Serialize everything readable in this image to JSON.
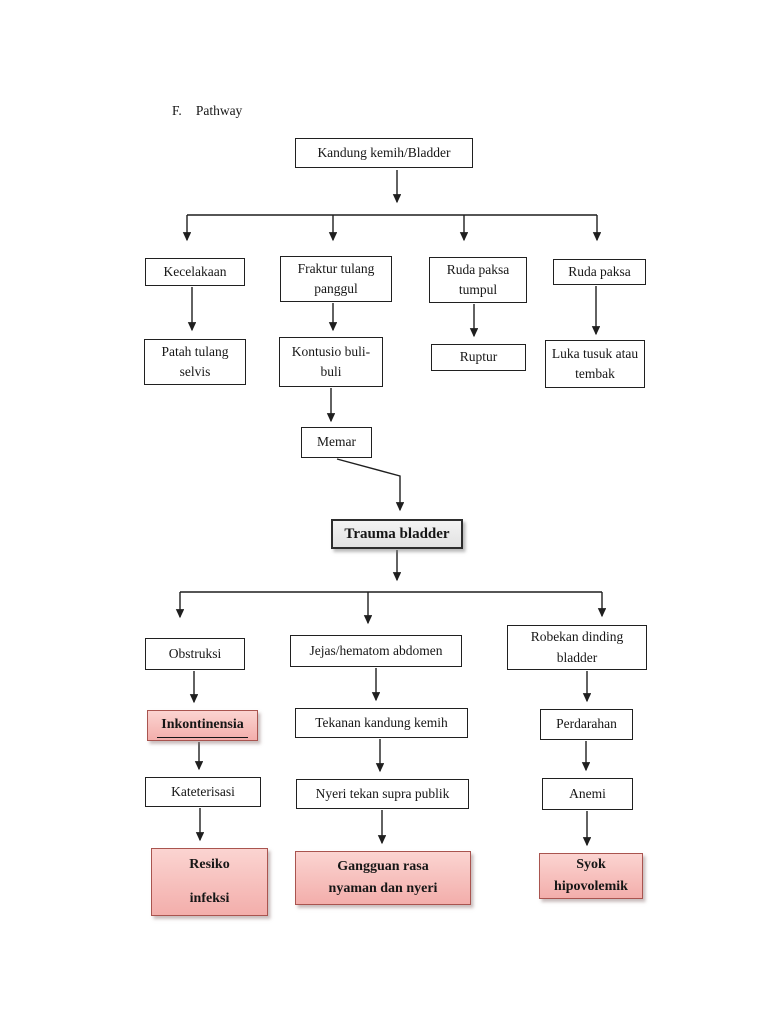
{
  "heading": {
    "prefix": "F.",
    "title": "Pathway"
  },
  "nodes": {
    "kandung": {
      "label": "Kandung kemih/Bladder"
    },
    "kecelakaan": {
      "label": "Kecelakaan"
    },
    "fraktur": {
      "label": "Fraktur tulang panggul"
    },
    "ruda_tumpul": {
      "label": "Ruda paksa tumpul"
    },
    "ruda_paksa": {
      "label": "Ruda paksa"
    },
    "patah": {
      "label": "Patah tulang selvis"
    },
    "kontusio": {
      "label": "Kontusio buli-buli"
    },
    "ruptur": {
      "label": "Ruptur"
    },
    "luka": {
      "label": "Luka tusuk atau tembak"
    },
    "memar": {
      "label": "Memar"
    },
    "trauma": {
      "label": "Trauma bladder"
    },
    "obstruksi": {
      "label": "Obstruksi"
    },
    "jejas": {
      "label": "Jejas/hematom abdomen"
    },
    "robekan": {
      "label": "Robekan dinding bladder"
    },
    "inkontinensia": {
      "label": "Inkontinensia"
    },
    "tekanan": {
      "label": "Tekanan kandung kemih"
    },
    "perdarahan": {
      "label": "Perdarahan"
    },
    "kateterisasi": {
      "label": "Kateterisasi"
    },
    "nyeri": {
      "label": "Nyeri tekan supra publik"
    },
    "anemi": {
      "label": "Anemi"
    },
    "resiko": {
      "line1": "Resiko",
      "line2": "infeksi"
    },
    "gangguan": {
      "line1": "Gangguan rasa",
      "line2": "nyaman dan nyeri"
    },
    "syok": {
      "line1": "Syok",
      "line2": "hipovolemik"
    }
  },
  "edges": [
    "kandung->kecelakaan",
    "kandung->fraktur",
    "kandung->ruda_tumpul",
    "kandung->ruda_paksa",
    "kecelakaan->patah",
    "fraktur->kontusio",
    "ruda_tumpul->ruptur",
    "ruda_paksa->luka",
    "kontusio->memar",
    "memar->trauma",
    "trauma->obstruksi",
    "trauma->jejas",
    "trauma->robekan",
    "obstruksi->inkontinensia",
    "inkontinensia->kateterisasi",
    "kateterisasi->resiko",
    "jejas->tekanan",
    "tekanan->nyeri",
    "nyeri->gangguan",
    "robekan->perdarahan",
    "perdarahan->anemi",
    "anemi->syok"
  ],
  "colors": {
    "line": "#1f1f1f",
    "highlight_gray_fill": "#e8e8e8",
    "highlight_gray_border": "#2d2d2d",
    "pink_fill_top": "#fbd4d1",
    "pink_fill_bottom": "#f3aeab",
    "pink_border": "#a9544f",
    "page_background": "#ffffff"
  }
}
